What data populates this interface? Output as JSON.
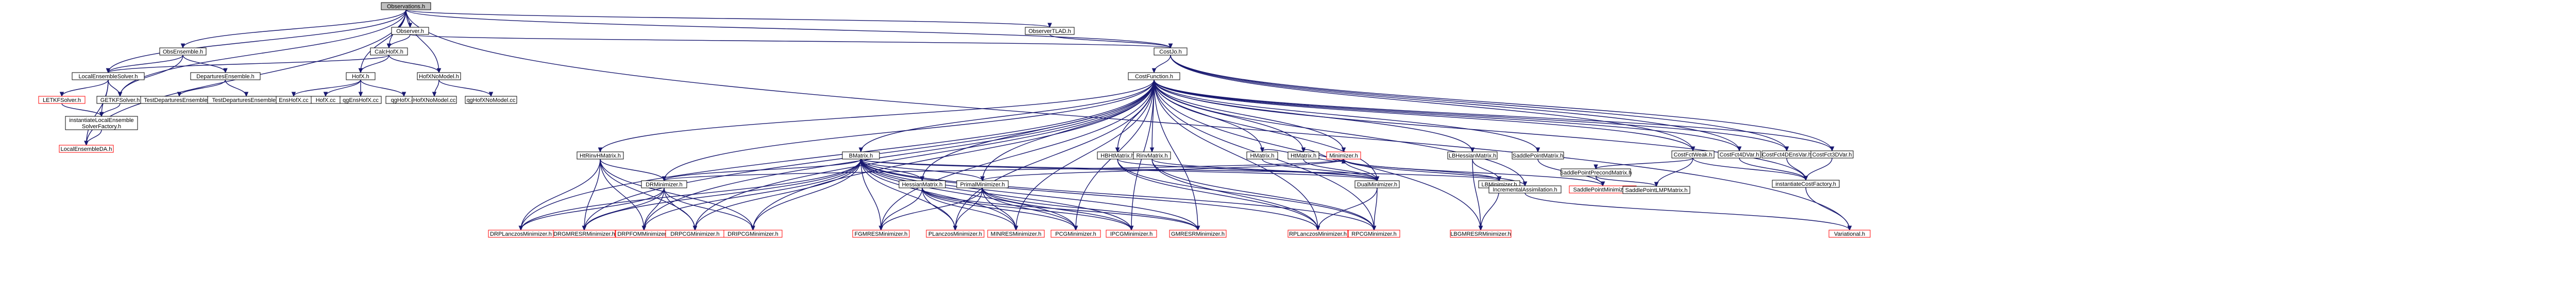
{
  "graph_title": "",
  "colors": {
    "edge": "#191970",
    "root_fill": "#bfbfbf",
    "normal_border": "#000000",
    "undocumented_border": "#ff0000"
  },
  "nodes": {
    "observations": {
      "label": "Observations.h",
      "style": "root"
    },
    "observer": {
      "label": "Observer.h"
    },
    "observer_tlad": {
      "label": "ObserverTLAD.h"
    },
    "obs_ensemble": {
      "label": "ObsEnsemble.h"
    },
    "calc_hofx": {
      "label": "CalcHofX.h"
    },
    "cost_jo": {
      "label": "CostJo.h"
    },
    "local_ens_solver": {
      "label": "LocalEnsembleSolver.h"
    },
    "departures_ensemble": {
      "label": "DeparturesEnsemble.h"
    },
    "hofx": {
      "label": "HofX.h"
    },
    "hofx_nomodel": {
      "label": "HofXNoModel.h"
    },
    "cost_function": {
      "label": "CostFunction.h"
    },
    "letkf_solver": {
      "label": "LETKFSolver.h",
      "style": "red"
    },
    "getkf_solver": {
      "label": "GETKFSolver.h"
    },
    "test_departures_ensemble": {
      "label": "TestDeparturesEnsemble.cc"
    },
    "test_departures_ensemble_h": {
      "label": "TestDeparturesEnsemble.h"
    },
    "ens_hofx_cc": {
      "label": "EnsHofX.cc"
    },
    "hofx_cc": {
      "label": "HofX.cc"
    },
    "qg_ens_hofx_cc": {
      "label": "qgEnsHofX.cc"
    },
    "qg_hofx_cc": {
      "label": "qgHofX.cc"
    },
    "hofx_nomodel_cc": {
      "label": "HofXNoModel.cc"
    },
    "qg_hofx_nomodel_cc": {
      "label": "qgHofXNoModel.cc"
    },
    "instantiate_les_factory": {
      "label1": "instantiateLocalEnsemble",
      "label2": "SolverFactory.h"
    },
    "local_ensemble_da": {
      "label": "LocalEnsembleDA.h",
      "style": "red"
    },
    "hr_inverse_matrix": {
      "label": "HtRinvHMatrix.h"
    },
    "b_matrix": {
      "label": "BMatrix.h"
    },
    "hbh_matrix": {
      "label": "HBHtMatrix.h"
    },
    "rinv_matrix": {
      "label": "RinvMatrix.h"
    },
    "h_matrix": {
      "label": "HMatrix.h"
    },
    "ht_matrix": {
      "label": "HtMatrix.h"
    },
    "minimizer": {
      "label": "Minimizer.h",
      "style": "red"
    },
    "lbi_matrix": {
      "label": "LBHessianMatrix.h"
    },
    "saddle_point_matrix": {
      "label": "SaddlePointMatrix.h"
    },
    "saddle_point_precond": {
      "label": "SaddlePointPrecondMatrix.h"
    },
    "cost_fct_weak": {
      "label": "CostFctWeak.h"
    },
    "cost_fct_4dvar": {
      "label": "CostFct4DVar.h"
    },
    "cost_fct_4densvar": {
      "label": "CostFct4DEnsVar.h"
    },
    "cost_fct_3dvar": {
      "label": "CostFct3DVar.h"
    },
    "drminimizer": {
      "label": "DRMinimizer.h"
    },
    "hessian_matrix": {
      "label": "HessianMatrix.h"
    },
    "primal_minimizer": {
      "label": "PrimalMinimizer.h"
    },
    "dual_minimizer": {
      "label": "DualMinimizer.h"
    },
    "lbminimizer": {
      "label": "LBMinimizer.h"
    },
    "incremental_assimilation": {
      "label": "IncrementalAssimilation.h"
    },
    "saddle_point_minimizer": {
      "label": "SaddlePointMinimizer.h",
      "style": "red"
    },
    "saddle_point_lmp": {
      "label": "SaddlePointLMPMatrix.h"
    },
    "instantiate_cost_factory": {
      "label": "instantiateCostFactory.h"
    },
    "drplanczos": {
      "label": "DRPLanczosMinimizer.h",
      "style": "red"
    },
    "drgmresr": {
      "label": "DRGMRESRMinimizer.h",
      "style": "red"
    },
    "drpfom": {
      "label": "DRPFOMMinimizer.h",
      "style": "red"
    },
    "drpcg": {
      "label": "DRPCGMinimizer.h",
      "style": "red"
    },
    "drpcg_min": {
      "label": "DRIPCGMinimizer.h",
      "style": "red"
    },
    "fgmresr": {
      "label": "FGMRESMinimizer.h",
      "style": "red"
    },
    "planczos": {
      "label": "PLanczosMinimizer.h",
      "style": "red"
    },
    "minres": {
      "label": "MINRESMinimizer.h",
      "style": "red"
    },
    "pcg": {
      "label": "PCGMinimizer.h",
      "style": "red"
    },
    "ipcg": {
      "label": "IPCGMinimizer.h",
      "style": "red"
    },
    "gmresr": {
      "label": "GMRESRMinimizer.h",
      "style": "red"
    },
    "rplanczos": {
      "label": "RPLanczosMinimizer.h",
      "style": "red"
    },
    "rpcg": {
      "label": "RPCGMinimizer.h",
      "style": "red"
    },
    "lbgmresr": {
      "label": "LBGMRESRMinimizer.h",
      "style": "red"
    },
    "variational": {
      "label": "Variational.h",
      "style": "red"
    }
  }
}
